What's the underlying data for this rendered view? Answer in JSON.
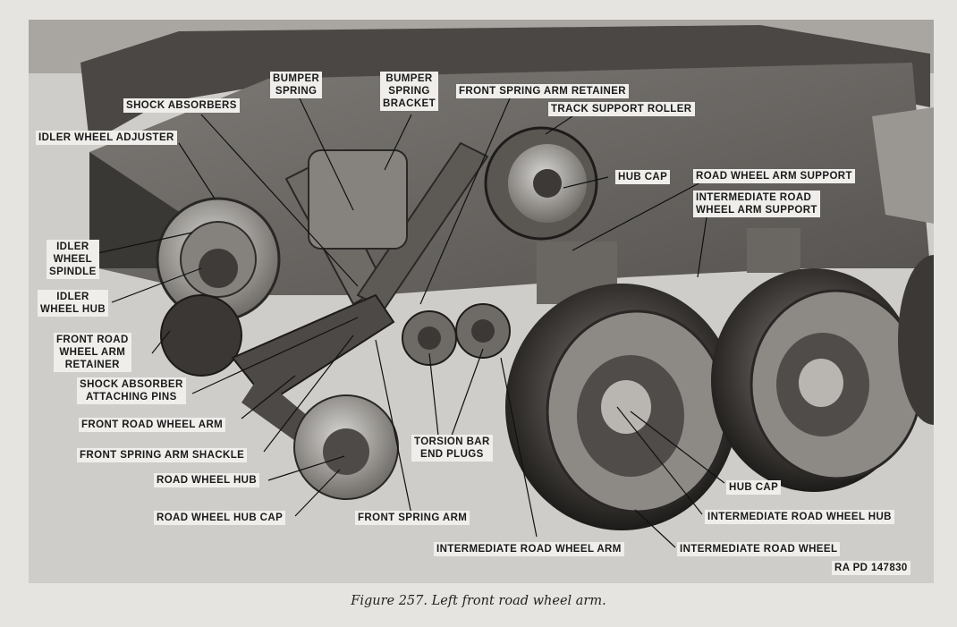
{
  "labels": {
    "bumper_spring": [
      "BUMPER",
      "SPRING"
    ],
    "bumper_spring_bracket": [
      "BUMPER",
      "SPRING",
      "BRACKET"
    ],
    "front_spring_arm_retainer": "FRONT SPRING ARM RETAINER",
    "track_support_roller": "TRACK SUPPORT ROLLER",
    "shock_absorbers": "SHOCK ABSORBERS",
    "idler_wheel_adjuster": "IDLER WHEEL ADJUSTER",
    "hub_cap_upper": "HUB CAP",
    "road_wheel_arm_support": "ROAD WHEEL ARM SUPPORT",
    "intermediate_road_wheel_arm_support": [
      "INTERMEDIATE ROAD",
      "WHEEL ARM SUPPORT"
    ],
    "idler_wheel_spindle": [
      "IDLER",
      "WHEEL",
      "SPINDLE"
    ],
    "idler_wheel_hub": [
      "IDLER",
      "WHEEL HUB"
    ],
    "front_road_wheel_arm_retainer": [
      "FRONT ROAD",
      "WHEEL ARM",
      "RETAINER"
    ],
    "shock_absorber_attaching_pins": [
      "SHOCK ABSORBER",
      "ATTACHING PINS"
    ],
    "front_road_wheel_arm": "FRONT ROAD WHEEL ARM",
    "front_spring_arm_shackle": "FRONT SPRING ARM SHACKLE",
    "torsion_bar_end_plugs": [
      "TORSION BAR",
      "END PLUGS"
    ],
    "road_wheel_hub": "ROAD WHEEL HUB",
    "road_wheel_hub_cap": "ROAD WHEEL HUB CAP",
    "front_spring_arm": "FRONT SPRING ARM",
    "hub_cap_lower": "HUB CAP",
    "intermediate_road_wheel_hub": "INTERMEDIATE ROAD WHEEL HUB",
    "intermediate_road_wheel_arm": "INTERMEDIATE ROAD WHEEL ARM",
    "intermediate_road_wheel": "INTERMEDIATE ROAD WHEEL",
    "ra_pd": "RA PD 147830"
  },
  "caption": "Figure 257. Left front road wheel arm."
}
